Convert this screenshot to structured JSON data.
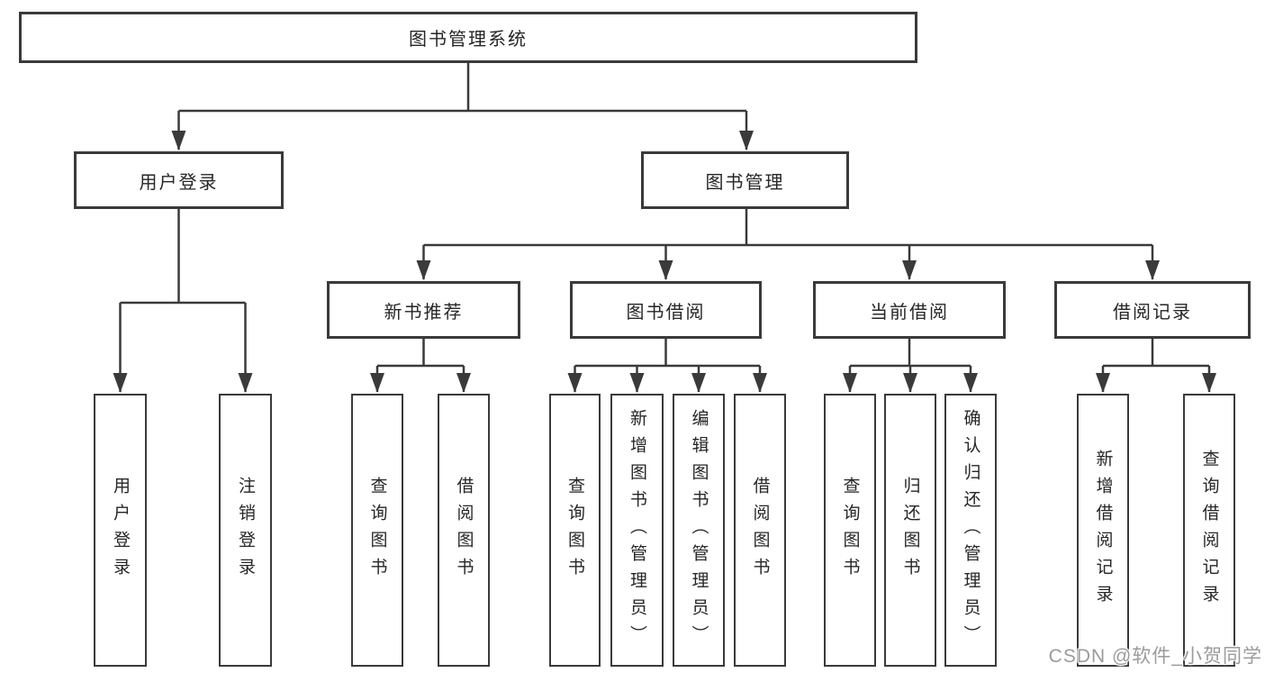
{
  "diagram": {
    "root": {
      "label": "图书管理系统"
    },
    "branches": [
      {
        "label": "用户登录",
        "leaves": [
          {
            "label": "用户登录"
          },
          {
            "label": "注销登录"
          }
        ]
      },
      {
        "label": "图书管理",
        "groups": [
          {
            "label": "新书推荐",
            "leaves": [
              {
                "label": "查询图书"
              },
              {
                "label": "借阅图书"
              }
            ]
          },
          {
            "label": "图书借阅",
            "leaves": [
              {
                "label": "查询图书"
              },
              {
                "label": "新增图书（管理员）"
              },
              {
                "label": "编辑图书（管理员）"
              },
              {
                "label": "借阅图书"
              }
            ]
          },
          {
            "label": "当前借阅",
            "leaves": [
              {
                "label": "查询图书"
              },
              {
                "label": "归还图书"
              },
              {
                "label": "确认归还（管理员）"
              }
            ]
          },
          {
            "label": "借阅记录",
            "leaves": [
              {
                "label": "新增借阅记录"
              },
              {
                "label": "查询借阅记录"
              }
            ]
          }
        ]
      }
    ]
  },
  "watermark": {
    "text": "CSDN @软件_小贺同学"
  },
  "colors": {
    "line": "#3a3a3a",
    "text": "#262626",
    "background": "#ffffff",
    "watermark": "#9b9b9b"
  }
}
